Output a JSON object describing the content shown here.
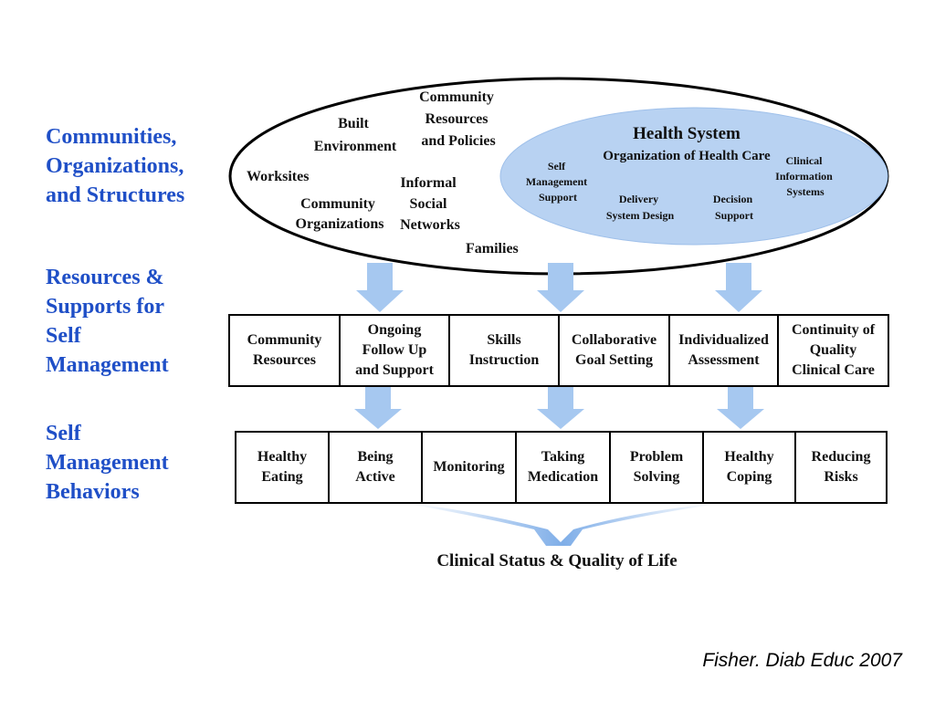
{
  "left_labels": {
    "communities": "Communities,\nOrganizations,\nand Structures",
    "resources": "Resources &\nSupports for\nSelf\nManagement",
    "behaviors": "Self\nManagement\nBehaviors"
  },
  "ellipse": {
    "built_environment": [
      "Built",
      "Environment"
    ],
    "community_resources": [
      "Community",
      "Resources",
      "and Policies"
    ],
    "worksites": "Worksites",
    "informal_networks": [
      "Informal",
      "Social",
      "Networks"
    ],
    "community_organizations": [
      "Community",
      "Organizations"
    ],
    "families": "Families"
  },
  "health_system": {
    "title": "Health System",
    "subtitle": "Organization of Health Care",
    "self_management_support": [
      "Self",
      "Management",
      "Support"
    ],
    "clinical_information_systems": [
      "Clinical",
      "Information",
      "Systems"
    ],
    "delivery_system_design": [
      "Delivery",
      "System Design"
    ],
    "decision_support": [
      "Decision",
      "Support"
    ]
  },
  "resources_row": [
    "Community\nResources",
    "Ongoing\nFollow Up\nand Support",
    "Skills\nInstruction",
    "Collaborative\nGoal Setting",
    "Individualized\nAssessment",
    "Continuity of\nQuality\nClinical Care"
  ],
  "behaviors_row": [
    "Healthy\nEating",
    "Being\nActive",
    "Monitoring",
    "Taking\nMedication",
    "Problem\nSolving",
    "Healthy\nCoping",
    "Reducing\nRisks"
  ],
  "outcome": "Clinical Status & Quality of Life",
  "citation": "Fisher. Diab Educ 2007",
  "colors": {
    "label_blue": "#1f4fc7",
    "arrow_blue": "#a6c8f0",
    "health_system_fill": "#b8d2f2"
  }
}
